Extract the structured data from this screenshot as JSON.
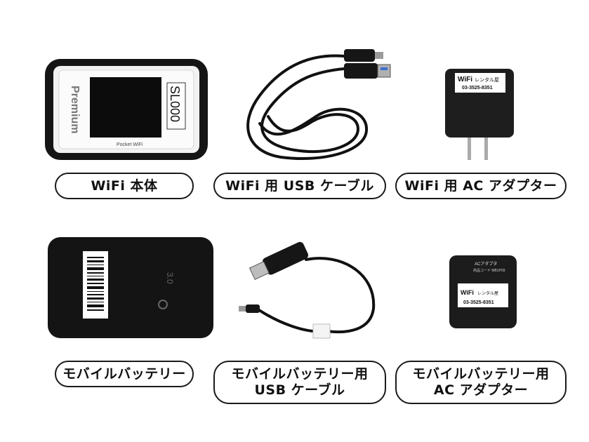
{
  "labels": {
    "wifi_body": "WiFi 本体",
    "wifi_usb_cable": "WiFi 用 USB ケーブル",
    "wifi_ac_adapter": "WiFi 用 AC アダプター",
    "battery": "モバイルバッテリー",
    "battery_usb_cable_line1": "モバイルバッテリー用",
    "battery_usb_cable_line2": "USB ケーブル",
    "battery_ac_adapter_line1": "モバイルバッテリー用",
    "battery_ac_adapter_line2": "AC アダプター"
  },
  "device": {
    "side_text": "Premium",
    "id_label": "SL000",
    "brand": "Pocket WiFi"
  },
  "adapter_sticker": {
    "brand": "WiFi",
    "rental": "レンタル屋",
    "phone": "03-3525-8351"
  },
  "battery_adapter_sticker": {
    "title": "ACアダプタ",
    "code": "商品コード MB1P09",
    "brand": "WiFi",
    "rental": "レンタル屋",
    "phone": "03-3525-8351"
  },
  "battery_device": {
    "qc_label": "3.0"
  }
}
